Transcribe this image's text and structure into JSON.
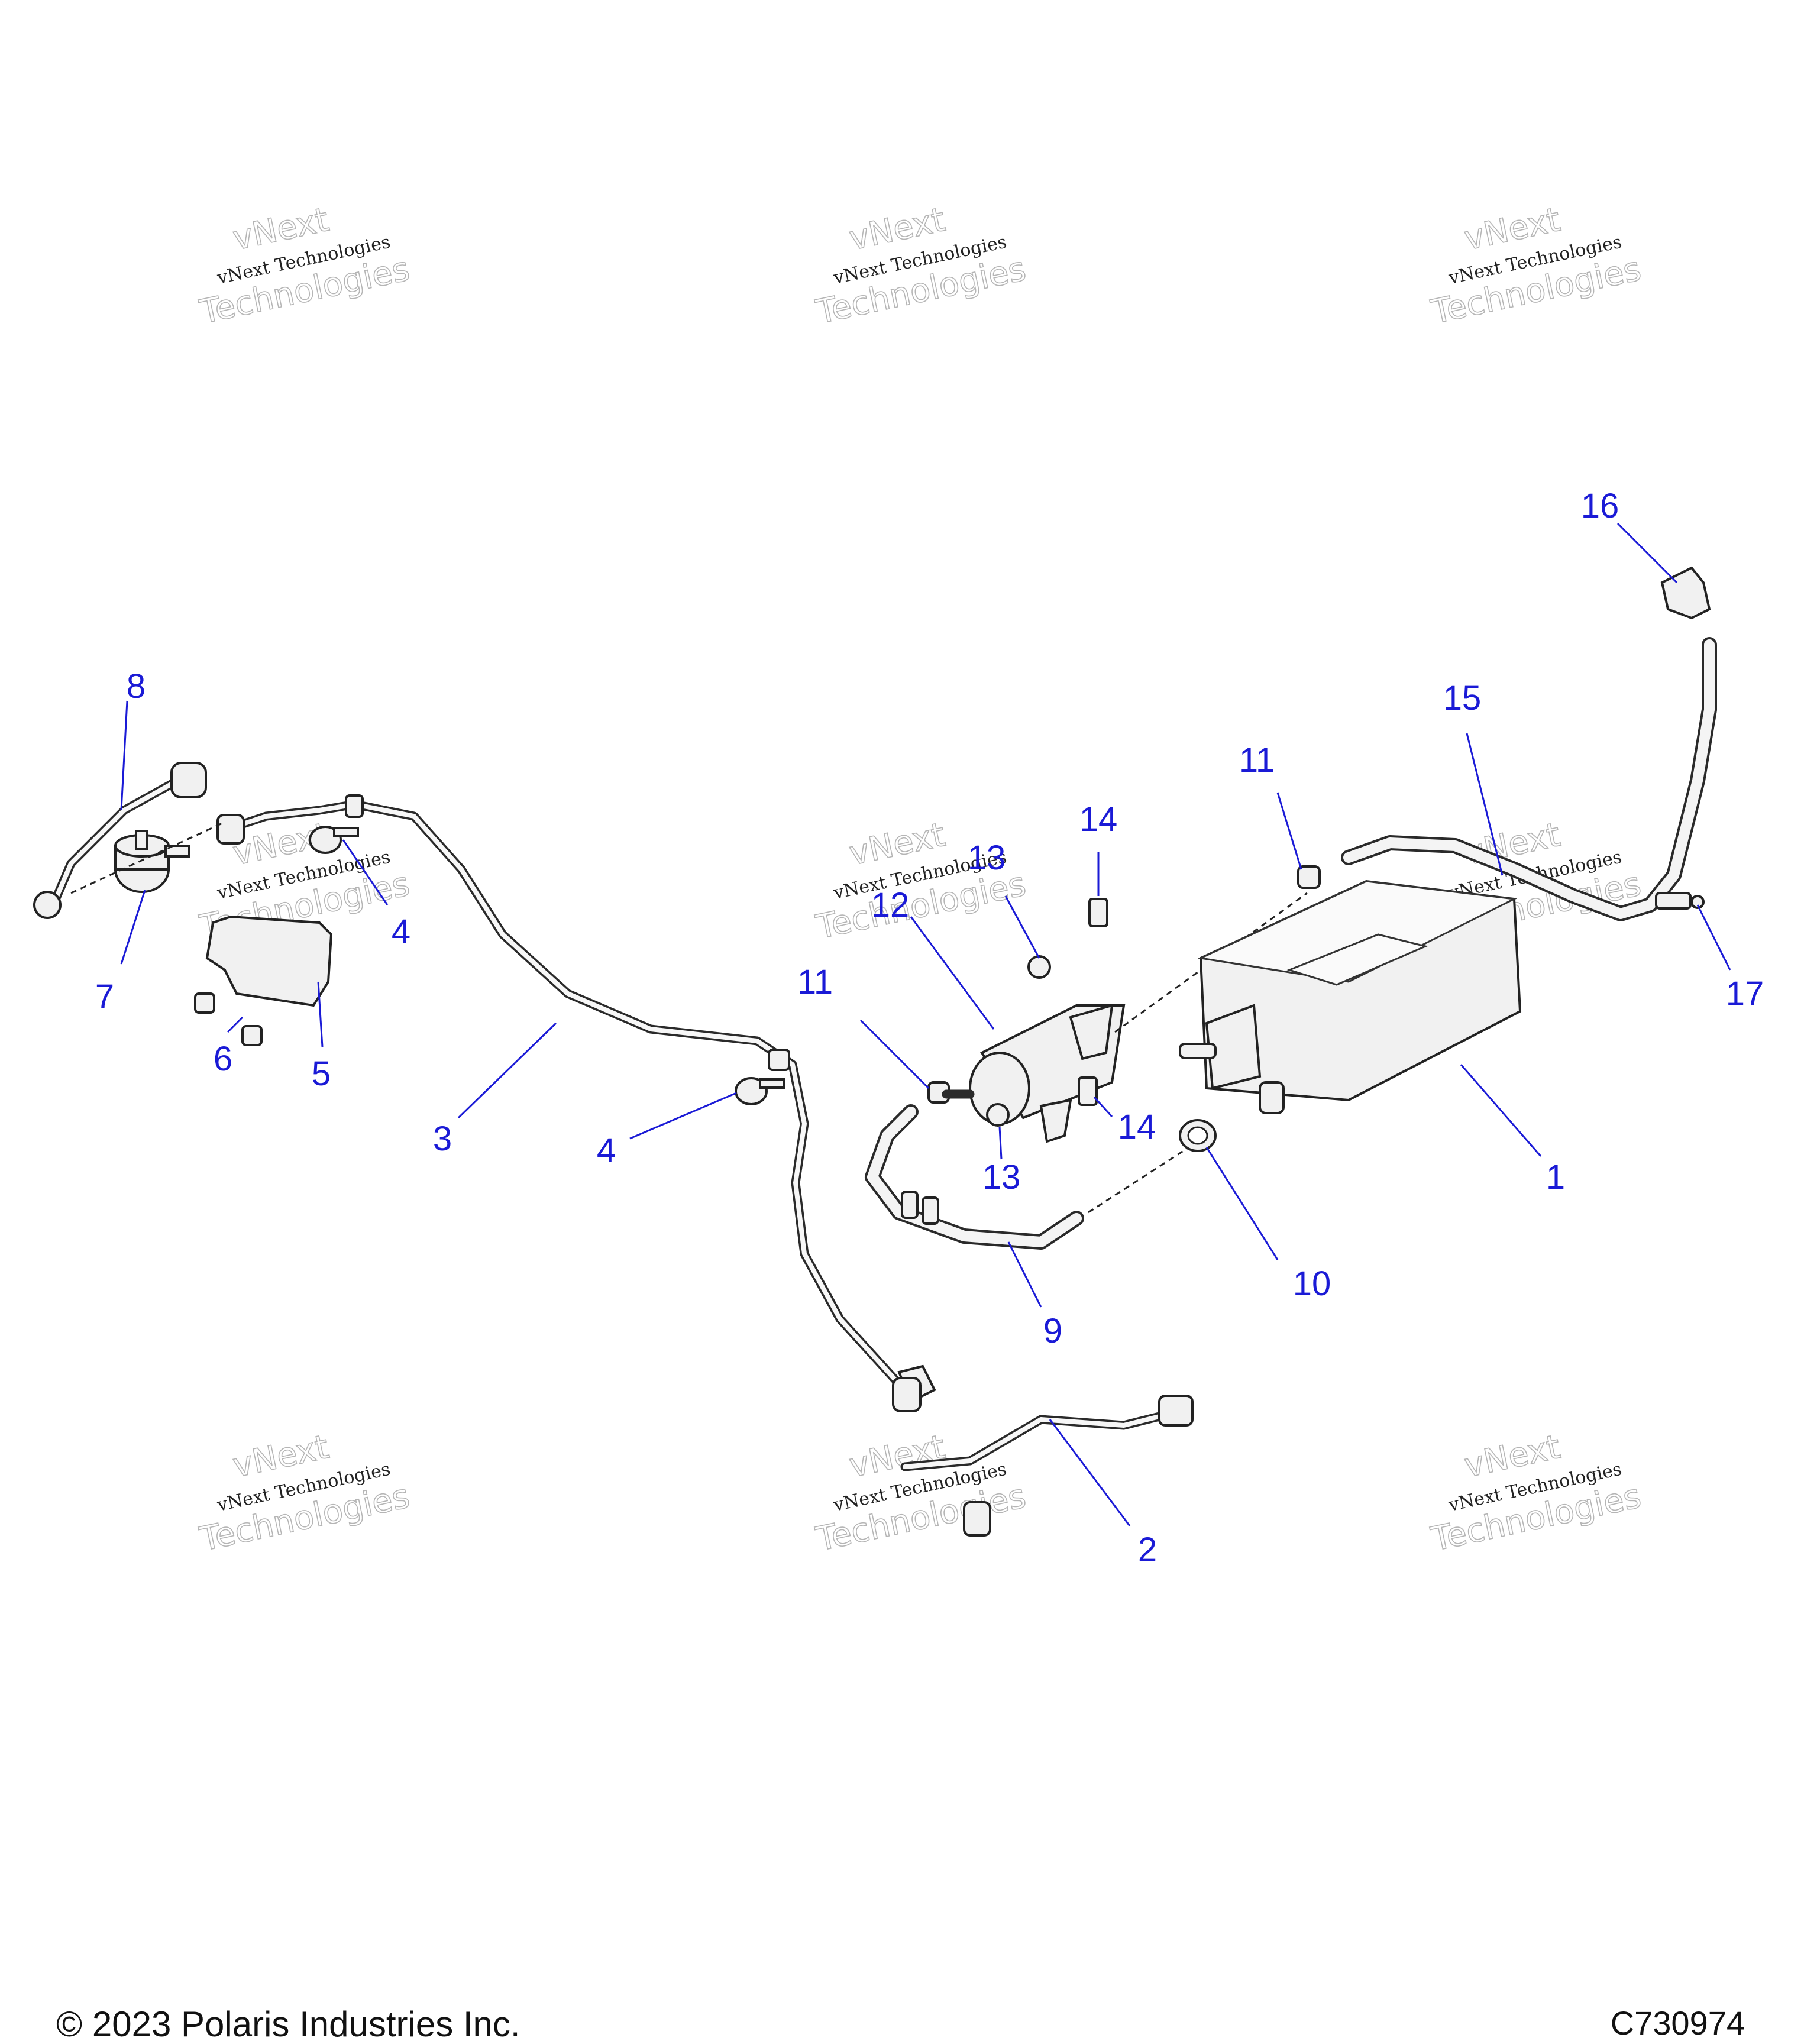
{
  "callouts": [
    "1",
    "2",
    "3",
    "4",
    "5",
    "6",
    "7",
    "8",
    "9",
    "10",
    "11",
    "12",
    "13",
    "14",
    "15",
    "16",
    "17"
  ],
  "watermark": {
    "line1": "vNext Technologies",
    "line2a": "vNext",
    "line2b": "Technologies"
  },
  "footer": {
    "copyright": "© 2023 Polaris Industries Inc.",
    "figure_id": "C730974"
  }
}
